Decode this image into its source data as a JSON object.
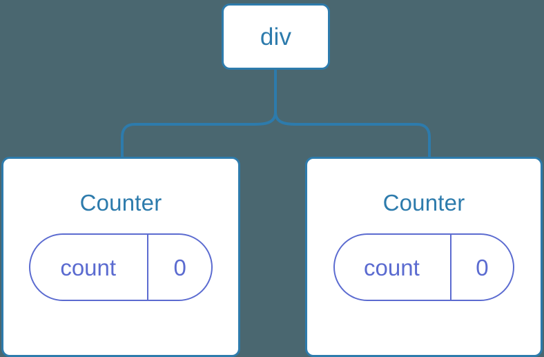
{
  "diagram": {
    "type": "component-tree",
    "background_color": "#4a6770",
    "node_border_color": "#2d7bac",
    "node_text_color": "#2d7bac",
    "state_color": "#5b6bd0",
    "connector_color": "#2d7bac"
  },
  "root": {
    "label": "div"
  },
  "children": [
    {
      "label": "Counter",
      "state": {
        "key": "count",
        "value": "0"
      }
    },
    {
      "label": "Counter",
      "state": {
        "key": "count",
        "value": "0"
      }
    }
  ]
}
